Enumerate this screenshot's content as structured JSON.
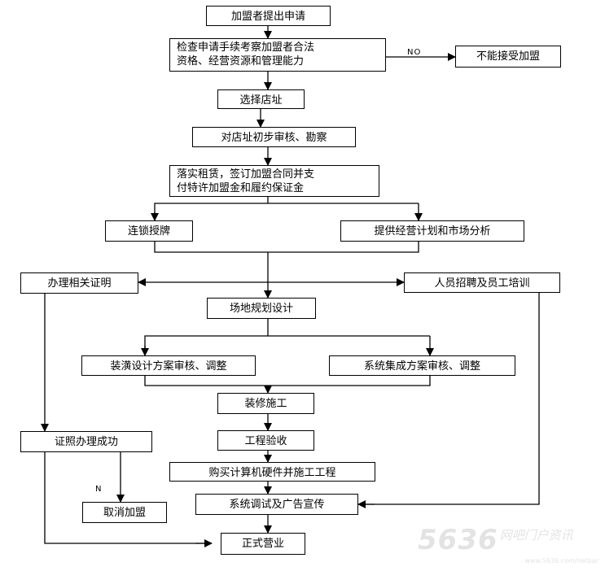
{
  "nodes": {
    "apply": "加盟者提出申请",
    "check_line1": "检查申请手续考察加盟者合法",
    "check_line2": "资格、经营资源和管理能力",
    "reject": "不能接受加盟",
    "select_site": "选择店址",
    "site_review": "对店址初步审核、勘察",
    "lease_line1": "落实租赁，签订加盟合同并支",
    "lease_line2": "付特许加盟金和履约保证金",
    "chain_license": "连锁授牌",
    "business_plan": "提供经营计划和市场分析",
    "permits": "办理相关证明",
    "hiring": "人员招聘及员工培训",
    "site_planning": "场地规划设计",
    "decor_design": "装潢设计方案审核、调整",
    "system_design": "系统集成方案审核、调整",
    "construction": "装修施工",
    "permit_success": "证照办理成功",
    "inspection": "工程验收",
    "purchase": "购买计算机硬件并施工工程",
    "cancel": "取消加盟",
    "debugging": "系统调试及广告宣传",
    "opening": "正式营业"
  },
  "edge_labels": {
    "no": "NO",
    "n": "N"
  },
  "watermark": {
    "number": "5636",
    "text": "网吧门户资讯",
    "url": "www.5636.com/netbar"
  },
  "colors": {
    "line": "#000000",
    "box_border": "#000000",
    "watermark": "#b0b0b0"
  }
}
